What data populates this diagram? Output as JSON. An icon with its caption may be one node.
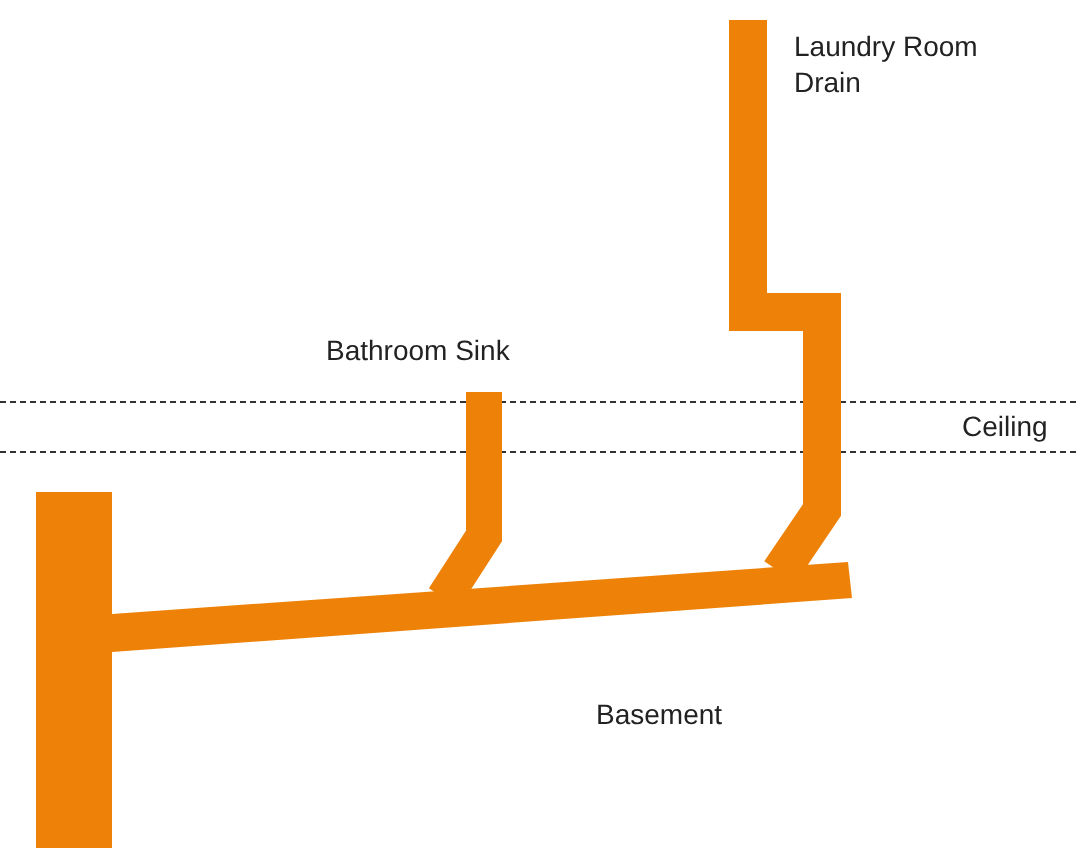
{
  "diagram": {
    "labels": [
      "Laundry Room Drain",
      "Bathroom Sink",
      "Ceiling",
      "Basement"
    ]
  }
}
